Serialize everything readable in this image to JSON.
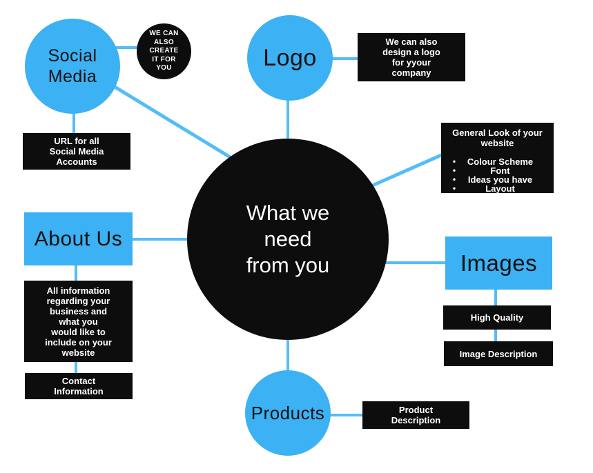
{
  "colors": {
    "blue": "#3cb1f3",
    "line": "#55bdf6",
    "black": "#0d0d0d"
  },
  "bullet_icon": "•",
  "nodes": {
    "center": {
      "label": "What we\nneed\nfrom you"
    },
    "social_media": {
      "label": "Social\nMedia"
    },
    "we_can_create": {
      "label": "WE CAN\nALSO\nCREATE\nIT FOR\nYOU"
    },
    "url_accounts": {
      "label": "URL for all\nSocial Media\nAccounts"
    },
    "logo": {
      "label": "Logo"
    },
    "logo_design": {
      "label": "We can also\ndesign a logo\nfor yyour\ncompany"
    },
    "general_look": {
      "title": "General Look of your\nwebsite",
      "bullets": [
        "Colour Scheme",
        "Font",
        "Ideas you have",
        "Layout"
      ]
    },
    "about_us": {
      "label": "About Us"
    },
    "about_info": {
      "label": "All information\nregarding your\nbusiness and\nwhat you\nwould like to\ninclude on your\nwebsite"
    },
    "contact": {
      "label": "Contact\nInformation"
    },
    "images": {
      "label": "Images"
    },
    "high_quality": {
      "label": "High Quality"
    },
    "image_description": {
      "label": "Image Description"
    },
    "products": {
      "label": "Products"
    },
    "product_description": {
      "label": "Product\nDescription"
    }
  }
}
